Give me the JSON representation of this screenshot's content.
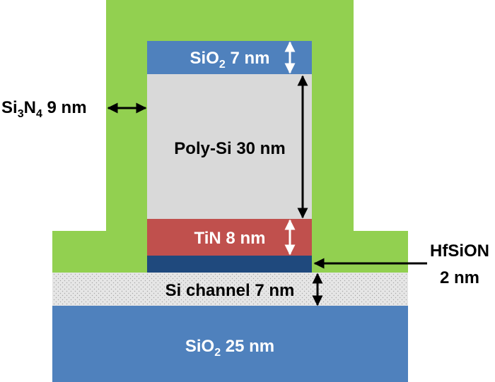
{
  "colors": {
    "nitride": "#92d050",
    "oxide": "#4f81bd",
    "poly": "#d9d9d9",
    "tin": "#c0504d",
    "hfsion": "#1f497d",
    "channel": "#e6e6e6",
    "channel_dots": "#a6a6a6",
    "text_dark": "#000000",
    "text_light": "#ffffff"
  },
  "labels": {
    "cap_oxide": {
      "base": "SiO",
      "sub": "2",
      "rest": " 7 nm"
    },
    "poly": "Poly-Si 30 nm",
    "tin": "TiN 8 nm",
    "channel": "Si channel 7 nm",
    "box_oxide": {
      "base": "SiO",
      "sub": "2",
      "rest": " 25 nm"
    },
    "nitride": {
      "si": "Si",
      "si_sub": "3",
      "n": "N",
      "n_sub": "4",
      "rest": " 9 nm"
    },
    "hfsion_line1": "HfSiON",
    "hfsion_line2": "2 nm"
  }
}
